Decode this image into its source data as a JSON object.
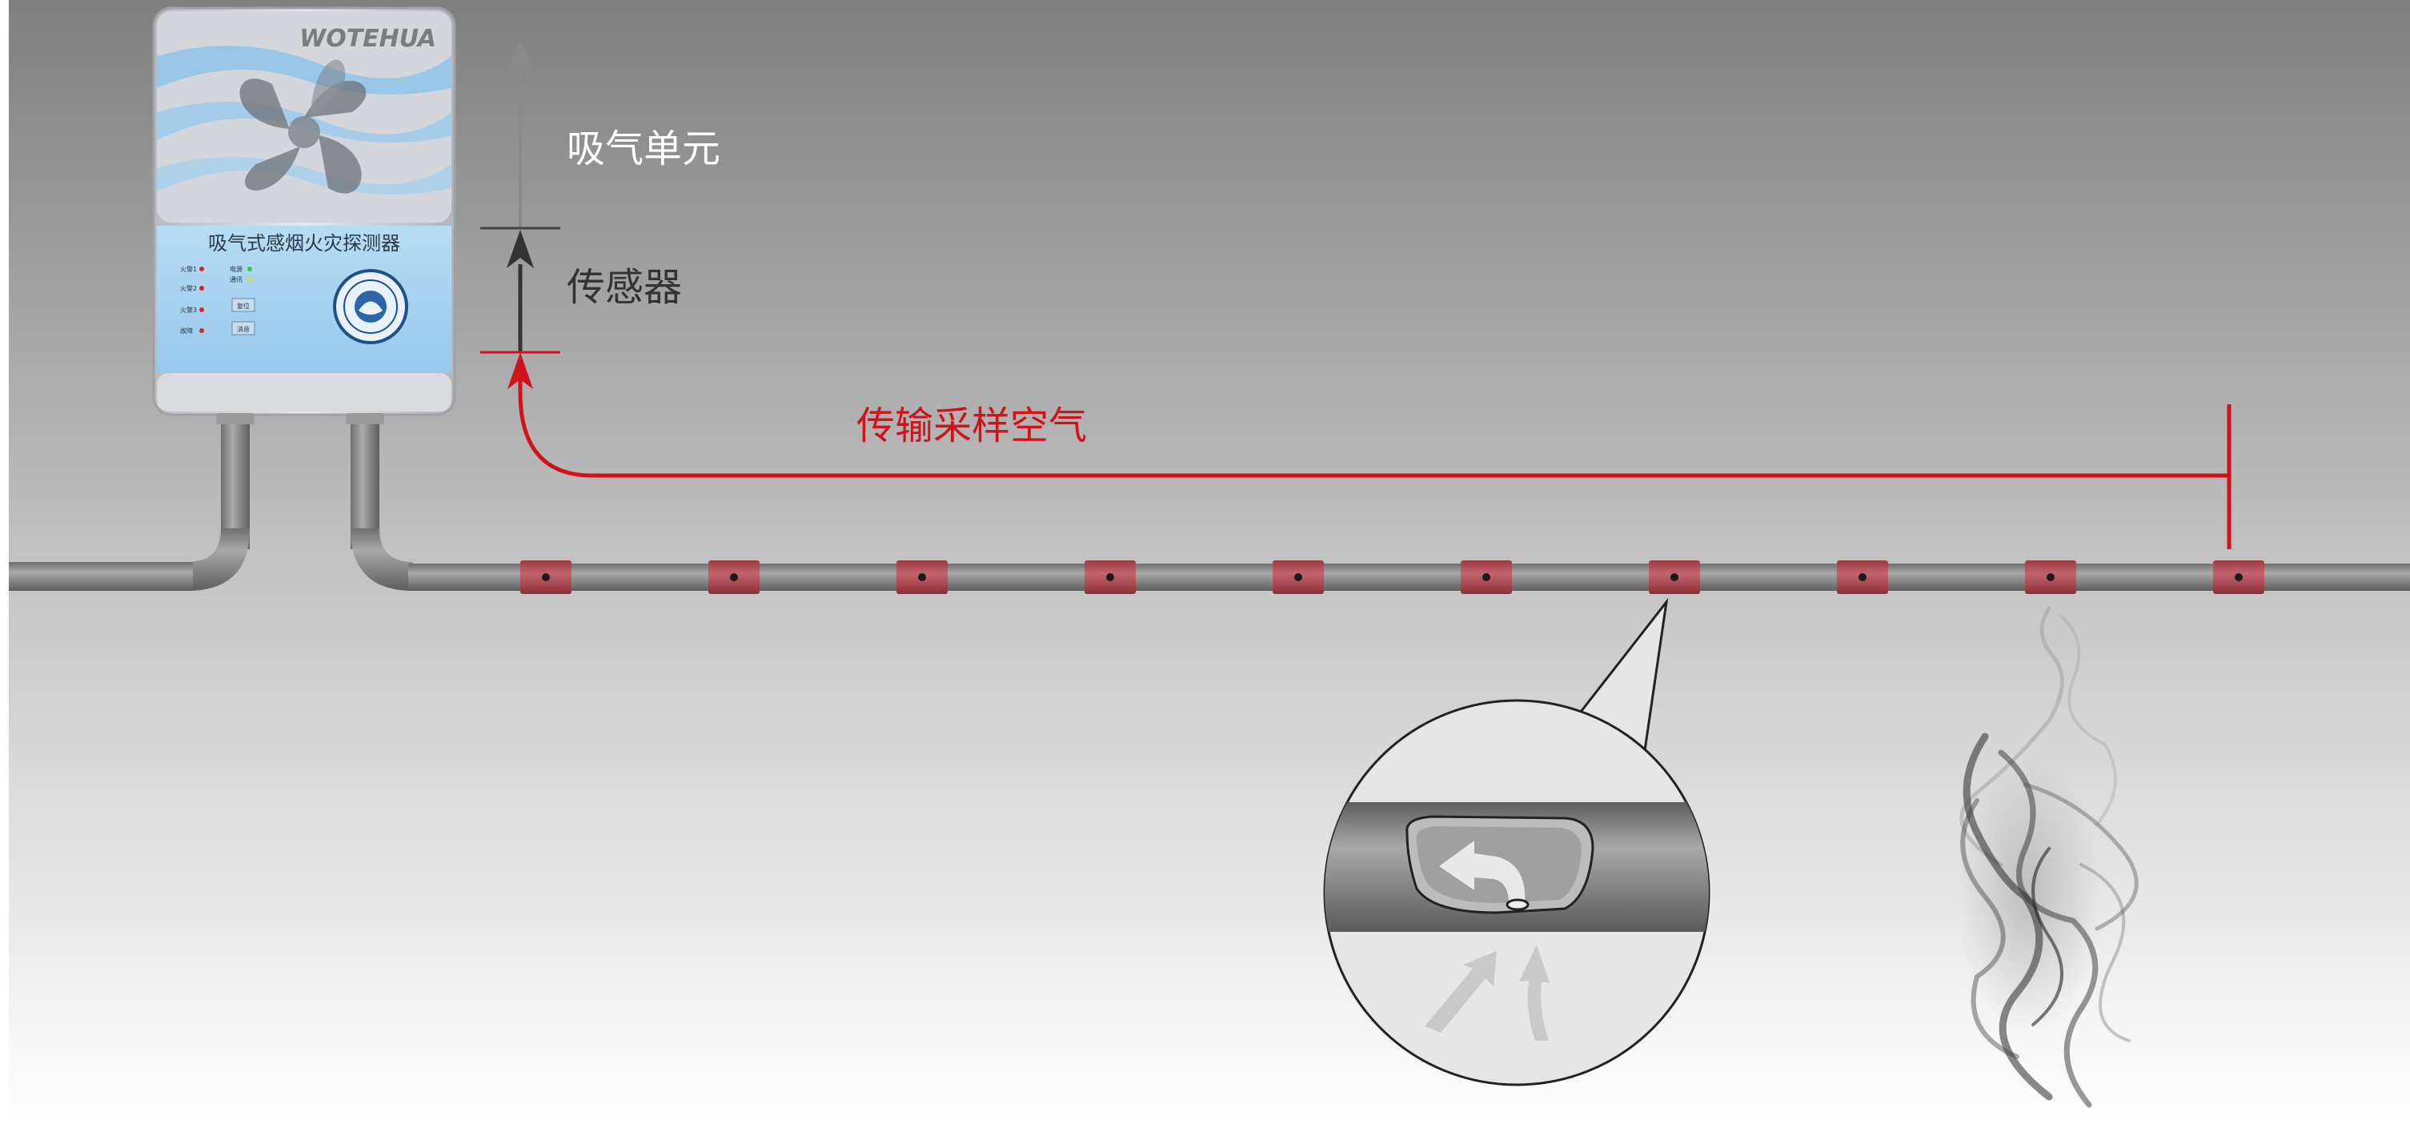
{
  "device": {
    "brand": "WOTEHUA",
    "panel_title": "吸气式感烟火灾探测器",
    "indicators_left": [
      "火警1",
      "火警2",
      "火警3",
      "故障"
    ],
    "indicators_right": [
      "电源",
      "通讯"
    ],
    "buttons": [
      "复位",
      "消音"
    ]
  },
  "labels": {
    "aspiration_unit": "吸气单元",
    "sensor": "传感器",
    "transport": "传输采样空气"
  },
  "pipe": {
    "sampling_hole_count": 10,
    "zoom_callout_hole_index": 6,
    "smoke_hole_index": 8
  },
  "colors": {
    "accent_red": "#d0121b",
    "hole_red": "#b4505a",
    "pipe_gray": "#8c8c8c",
    "panel_blue": "#a9d4f2",
    "device_body": "#cfd1d4"
  }
}
